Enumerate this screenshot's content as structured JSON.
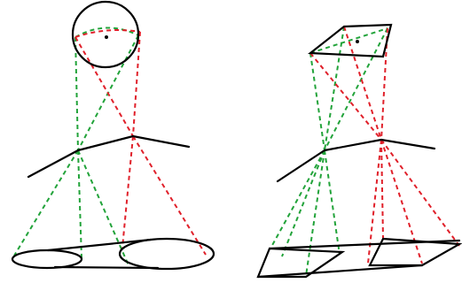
{
  "colors": {
    "green_rays": "#22a33a",
    "red_rays": "#e0202a",
    "outline": "#000000",
    "background": "#ffffff"
  },
  "panels": [
    {
      "shape": "circle",
      "base_shape": "ellipses"
    },
    {
      "shape": "quadrilateral",
      "base_shape": "quadrilaterals"
    }
  ]
}
